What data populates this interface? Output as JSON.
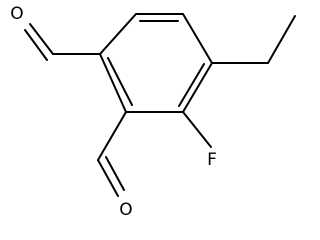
{
  "molecule": {
    "atoms": {
      "O_top": "O",
      "O_bottom": "O",
      "F": "F"
    }
  }
}
